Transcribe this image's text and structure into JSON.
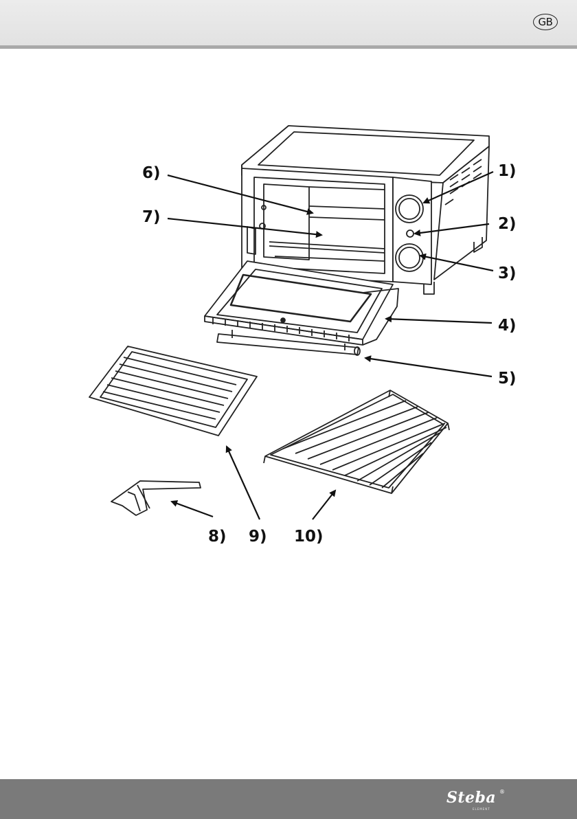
{
  "header": {
    "language": "GB"
  },
  "figure": {
    "callouts": [
      {
        "label": "1)"
      },
      {
        "label": "2)"
      },
      {
        "label": "3)"
      },
      {
        "label": "4)"
      },
      {
        "label": "5)"
      },
      {
        "label": "6)"
      },
      {
        "label": "7)"
      },
      {
        "label": "8)"
      },
      {
        "label": "9)"
      },
      {
        "label": "10)"
      }
    ]
  },
  "footer": {
    "brand": "Steba",
    "brand_sub": "ELEMENT"
  }
}
